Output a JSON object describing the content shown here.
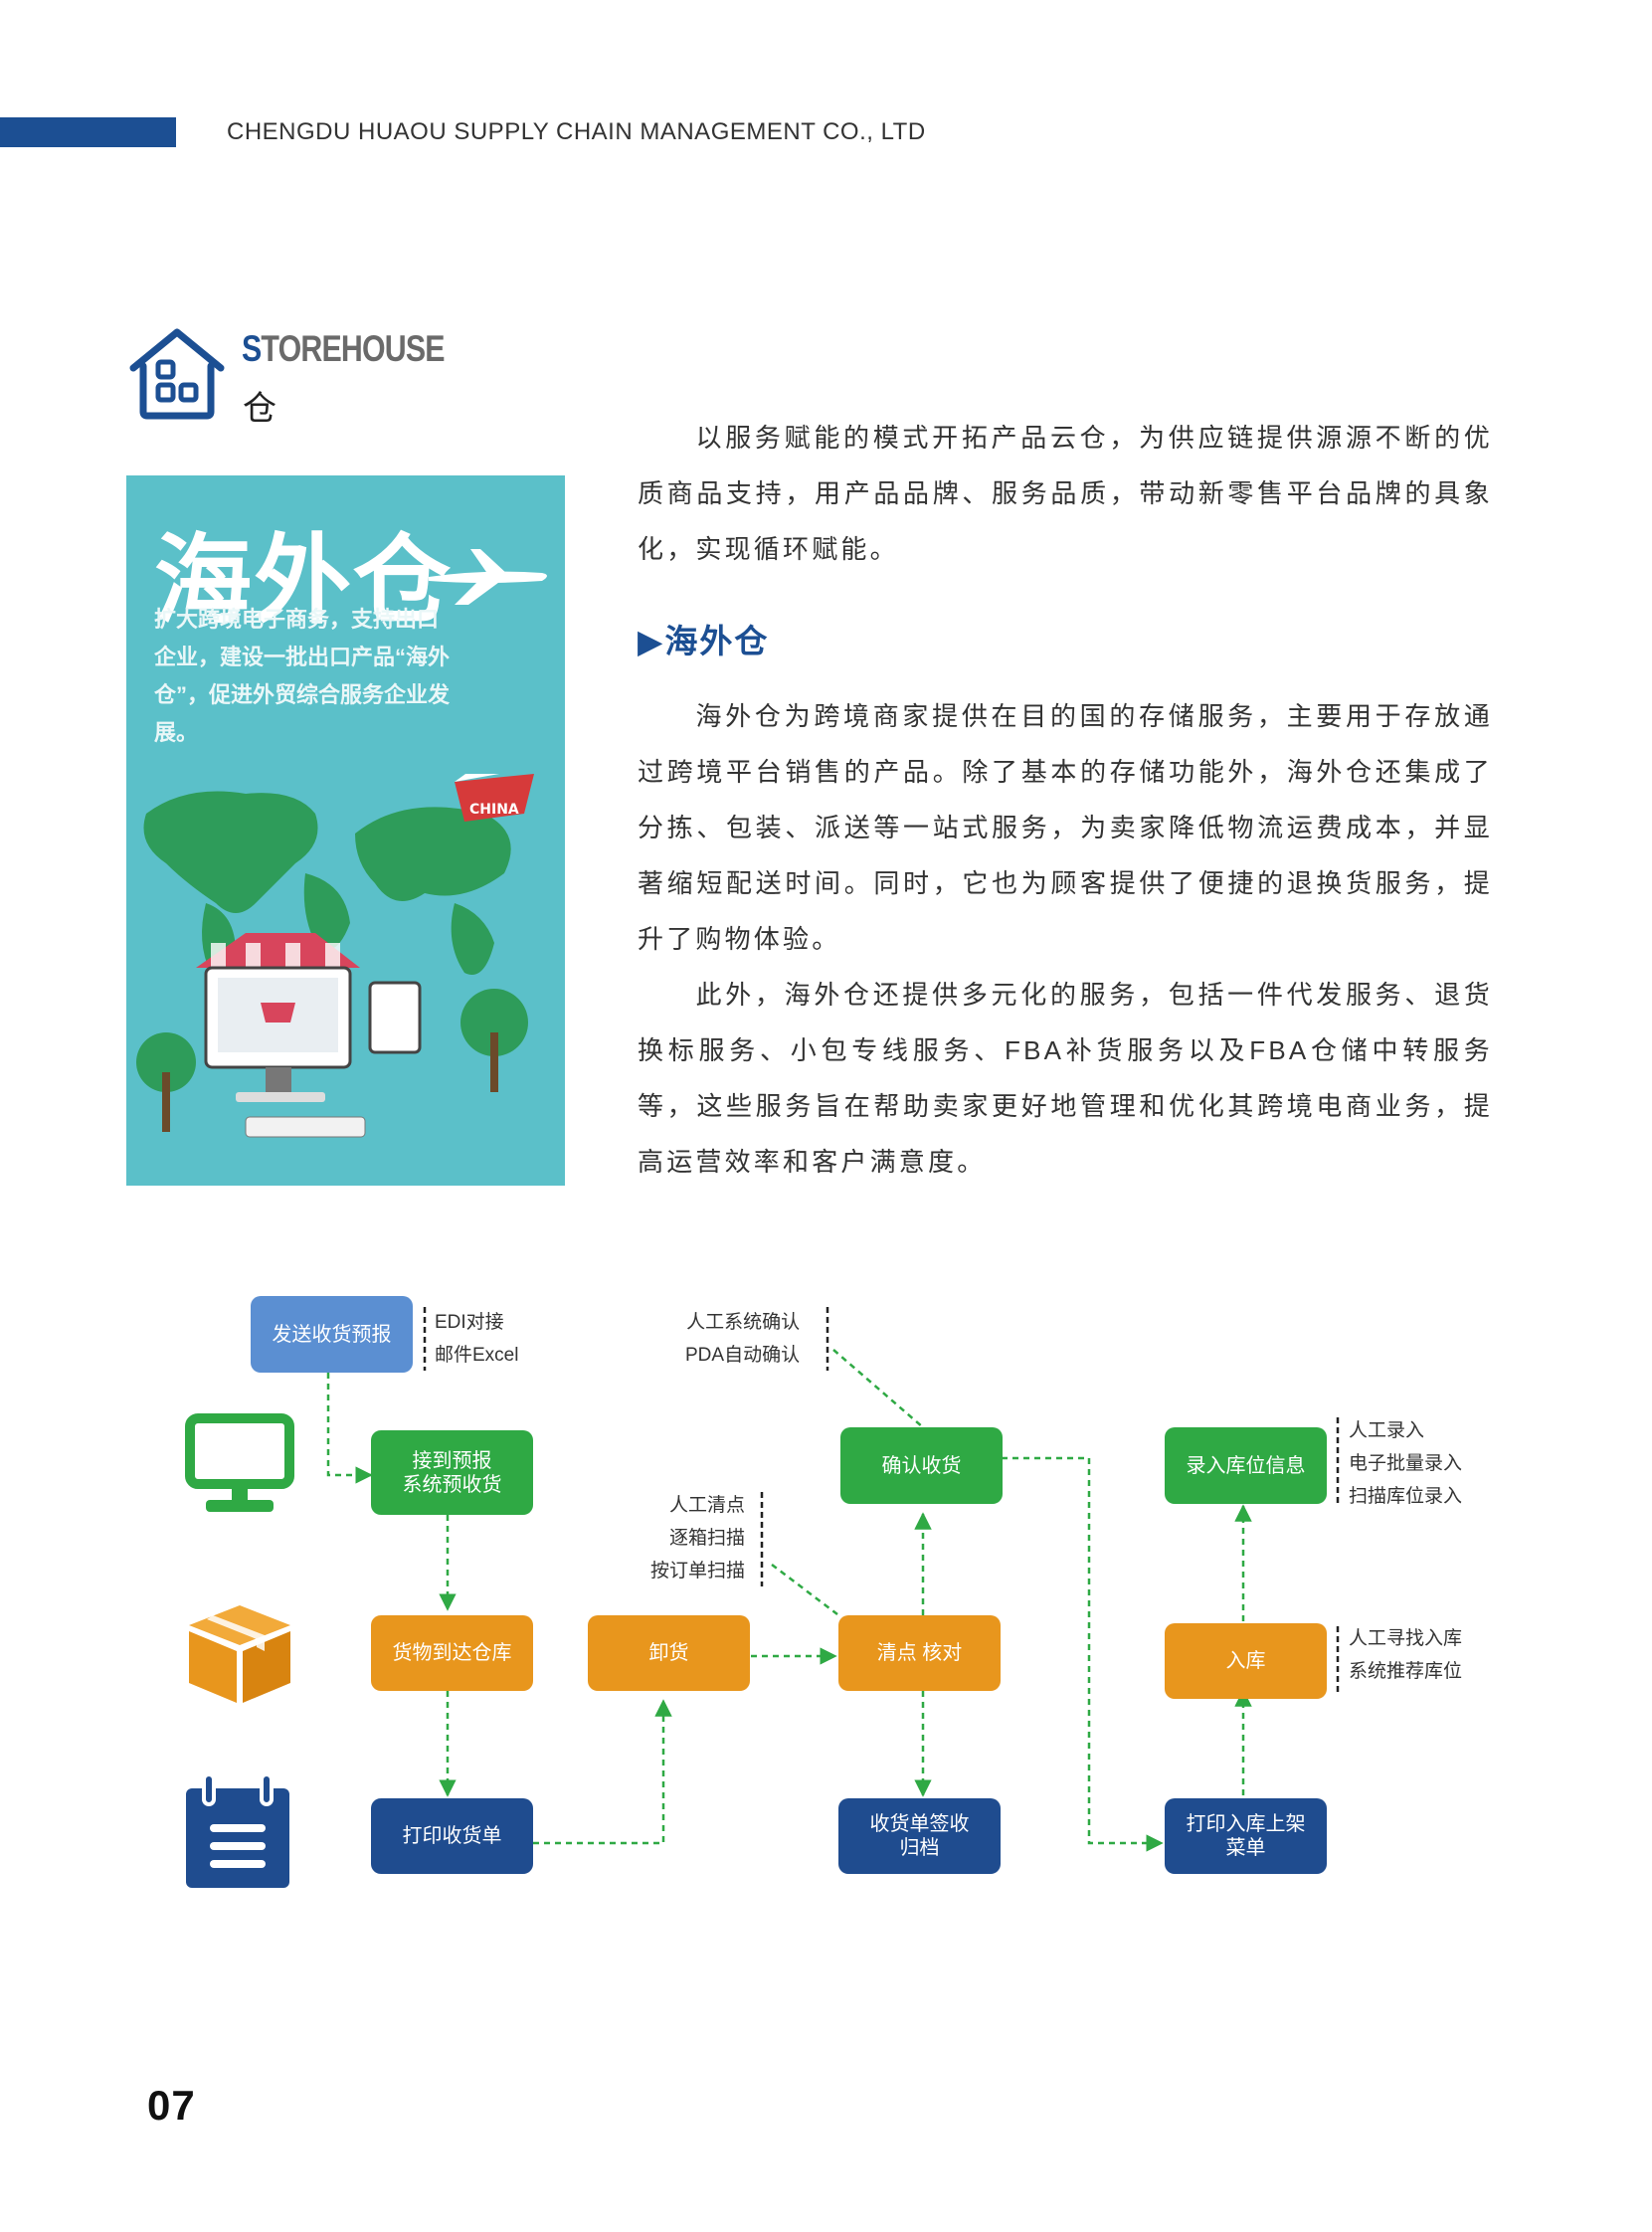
{
  "header": {
    "company": "CHENGDU HUAOU SUPPLY CHAIN MANAGEMENT CO., LTD"
  },
  "section": {
    "title_en_first": "S",
    "title_en_rest": "TOREHOUSE",
    "title_zh": "仓"
  },
  "poster": {
    "title": "海外仓",
    "text": "扩大跨境电子商务，支持出口企业，建设一批出口产品“海外仓”，促进外贸综合服务企业发展。",
    "ship_label": "CHINA"
  },
  "intro": "以服务赋能的模式开拓产品云仓，为供应链提供源源不断的优质商品支持，用产品品牌、服务品质，带动新零售平台品牌的具象化，实现循环赋能。",
  "subheading": "▶海外仓",
  "body": [
    "海外仓为跨境商家提供在目的国的存储服务，主要用于存放通过跨境平台销售的产品。除了基本的存储功能外，海外仓还集成了分拣、包装、派送等一站式服务，为卖家降低物流运费成本，并显著缩短配送时间。同时，它也为顾客提供了便捷的退换货服务，提升了购物体验。",
    "此外，海外仓还提供多元化的服务，包括一件代发服务、退货换标服务、小包专线服务、FBA补货服务以及FBA仓储中转服务等，这些服务旨在帮助卖家更好地管理和优化其跨境电商业务，提高运营效率和客户满意度。"
  ],
  "flow": {
    "send_forecast": "发送收货预报",
    "receive_forecast": "接到预报\n系统预收货",
    "arrive_warehouse": "货物到达仓库",
    "print_receipt": "打印收货单",
    "unload": "卸货",
    "count_check": "清点 核对",
    "confirm_receipt": "确认收货",
    "sign_archive": "收货单签收\n归档",
    "enter_location": "录入库位信息",
    "inbound": "入库",
    "print_putaway": "打印入库上架\n菜单",
    "note_edi": "EDI对接\n邮件Excel",
    "note_confirm": "人工系统确认\nPDA自动确认",
    "note_count": "人工清点\n逐箱扫描\n按订单扫描",
    "note_entry": "人工录入\n电子批量录入\n扫描库位录入",
    "note_find": "人工寻找入库\n系统推荐库位"
  },
  "page_number": "07",
  "colors": {
    "navy": "#1f4c8f",
    "green": "#2fa944",
    "orange": "#e8961d",
    "light_blue": "#5b8fd2",
    "teal": "#5bc0c9"
  }
}
